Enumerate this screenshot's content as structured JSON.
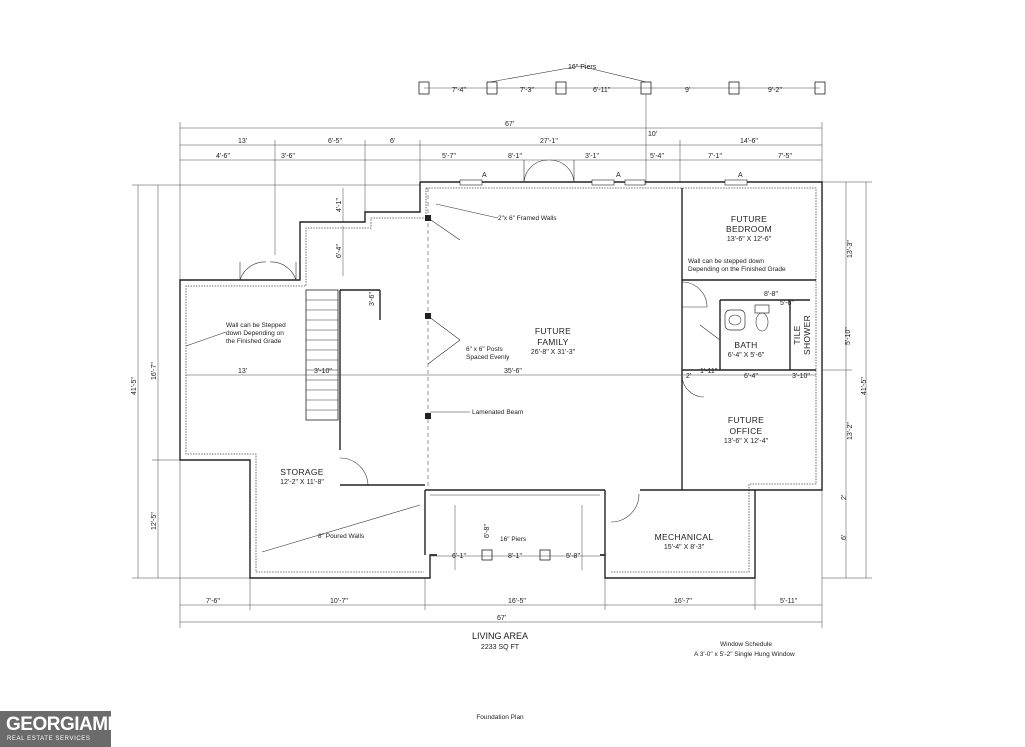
{
  "piers_title": "16\" Piers",
  "pier_spacing": [
    "7'-4\"",
    "7'-3\"",
    "6'-11\"",
    "9'",
    "9'-2\""
  ],
  "pier_offset": "10'",
  "top_dims": {
    "overall": "67'",
    "row1": [
      "13'",
      "6'-5\"",
      "6'",
      "27'-1\"",
      "14'-6\""
    ],
    "row2": [
      "4'-6\"",
      "3'-6\"",
      "5'-7\"",
      "8'-1\"",
      "3'-1\"",
      "5'-4\"",
      "7'-1\"",
      "7'-5\""
    ]
  },
  "bottom_dims": {
    "row1": [
      "7'-6\"",
      "10'-7\"",
      "16'-5\"",
      "16'-7\"",
      "5'-11\""
    ],
    "overall": "67'"
  },
  "left_dims": [
    "41'-5\"",
    "16'-7\"",
    "12'-5\"",
    "4'-1\"",
    "6'-4\"",
    "3'-6\""
  ],
  "right_dims": [
    "41'-5\"",
    "13'-3\"",
    "13'-2\"",
    "5'-10\"",
    "2'",
    "6'"
  ],
  "interior_dims": [
    "13'",
    "3'-10\"",
    "35'-6\"",
    "6'-8\"",
    "5'-6\"",
    "1'-11\"",
    "6'-4\"",
    "3'-10\"",
    "2'",
    "8'-8\"",
    "6'-1\"",
    "8'-1\"",
    "5'-8\""
  ],
  "window_tag": "A",
  "rooms": {
    "family_name": "FUTURE\nFAMILY",
    "family_size": "26'-8\" X 31'-3\"",
    "bedroom_name": "FUTURE\nBEDROOM",
    "bedroom_size": "13'-6\" X 12'-6\"",
    "bath_name": "BATH",
    "bath_size": "6'-4\" X 5'-6\"",
    "shower": "TILE\nSHOWER",
    "office_name": "FUTURE\nOFFICE",
    "office_size": "13'-6\" X 12'-4\"",
    "storage_name": "STORAGE",
    "storage_size": "12'-2\" X 11'-8\"",
    "mechanical_name": "MECHANICAL",
    "mechanical_size": "15'-4\" X 8'-3\""
  },
  "notes": {
    "framed_walls": "2\"x 6\" Framed Walls",
    "wall_step_left": "Wall can be Stepped\ndown Depending on\nthe Finished Grade",
    "wall_step_right": "Wall can be stepped down\nDepending on the Finished Grade",
    "posts": "6\" x 6\" Posts\nSpaced Evenly",
    "beam": "Lamenated Beam",
    "poured_walls": "8\" Poured Walls",
    "piers_inner": "16\" Piers"
  },
  "living_area_title": "LIVING AREA",
  "living_area_value": "2233 SQ FT",
  "window_schedule_title": "Window Schedule",
  "window_schedule_item": "A  3'-0\" x 5'-2\" Single Hung Window",
  "plan_title": "Foundation Plan",
  "logo_text": "GEORGIAMLS",
  "logo_sub": "REAL ESTATE SERVICES"
}
